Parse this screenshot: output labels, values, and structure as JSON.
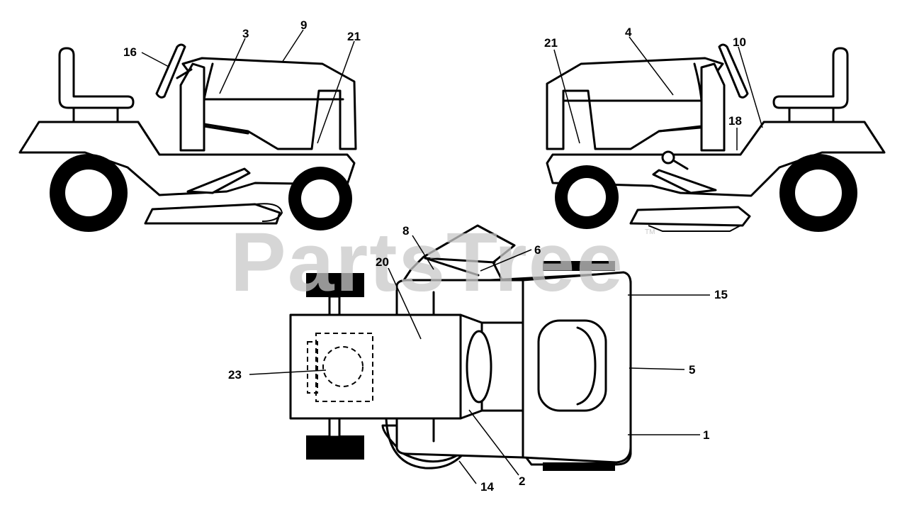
{
  "watermark": {
    "text": "PartsTree",
    "trademark": "TM"
  },
  "callouts": {
    "c1": "1",
    "c2": "2",
    "c3": "3",
    "c4": "4",
    "c5": "5",
    "c6": "6",
    "c8": "8",
    "c9": "9",
    "c10": "10",
    "c14": "14",
    "c15": "15",
    "c16": "16",
    "c18": "18",
    "c20": "20",
    "c21_left": "21",
    "c21_right": "21",
    "c23": "23"
  }
}
